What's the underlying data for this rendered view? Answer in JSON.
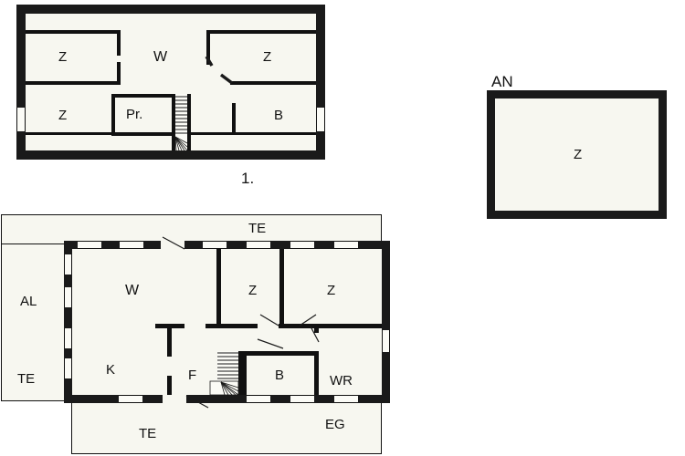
{
  "document": {
    "type": "floor-plan",
    "background_color": "#ffffff",
    "wall_color": "#1a1a1a",
    "room_fill_color": "#f7f7f0",
    "text_color": "#111111"
  },
  "plans": [
    {
      "id": "upper-floor",
      "caption": "1.",
      "tag": "",
      "rooms": [
        {
          "code": "Z",
          "name": "room-z-upper-left-top"
        },
        {
          "code": "W",
          "name": "room-w-upper"
        },
        {
          "code": "Z",
          "name": "room-z-upper-right"
        },
        {
          "code": "Z",
          "name": "room-z-upper-left-bottom"
        },
        {
          "code": "Pr.",
          "name": "room-pr-upper"
        },
        {
          "code": "B",
          "name": "room-b-upper"
        }
      ],
      "features": [
        "staircase",
        "windows",
        "doors"
      ]
    },
    {
      "id": "annex",
      "caption": "",
      "tag": "AN",
      "rooms": [
        {
          "code": "Z",
          "name": "room-z-annex"
        }
      ],
      "features": []
    },
    {
      "id": "ground-floor",
      "caption": "",
      "tag": "",
      "rooms": [
        {
          "code": "AL",
          "name": "area-al"
        },
        {
          "code": "TE",
          "name": "terrace-left"
        },
        {
          "code": "TE",
          "name": "terrace-top"
        },
        {
          "code": "W",
          "name": "room-w-ground"
        },
        {
          "code": "Z",
          "name": "room-z-ground-mid"
        },
        {
          "code": "Z",
          "name": "room-z-ground-right"
        },
        {
          "code": "K",
          "name": "room-k-ground"
        },
        {
          "code": "F",
          "name": "room-f-ground"
        },
        {
          "code": "B",
          "name": "room-b-ground"
        },
        {
          "code": "WR",
          "name": "room-wr-ground"
        },
        {
          "code": "TE",
          "name": "terrace-bottom"
        },
        {
          "code": "EG",
          "name": "area-eg"
        }
      ],
      "features": [
        "staircase",
        "windows",
        "doors"
      ]
    }
  ],
  "labels": {
    "upper": {
      "z_top_left": "Z",
      "w": "W",
      "z_top_right": "Z",
      "z_bottom_left": "Z",
      "pr": "Pr.",
      "b": "B",
      "caption": "1."
    },
    "annex": {
      "tag": "AN",
      "z": "Z"
    },
    "ground": {
      "al": "AL",
      "te_left": "TE",
      "te_top": "TE",
      "w": "W",
      "z_mid": "Z",
      "z_right": "Z",
      "k": "K",
      "f": "F",
      "b": "B",
      "wr": "WR",
      "te_bottom": "TE",
      "eg": "EG"
    }
  }
}
